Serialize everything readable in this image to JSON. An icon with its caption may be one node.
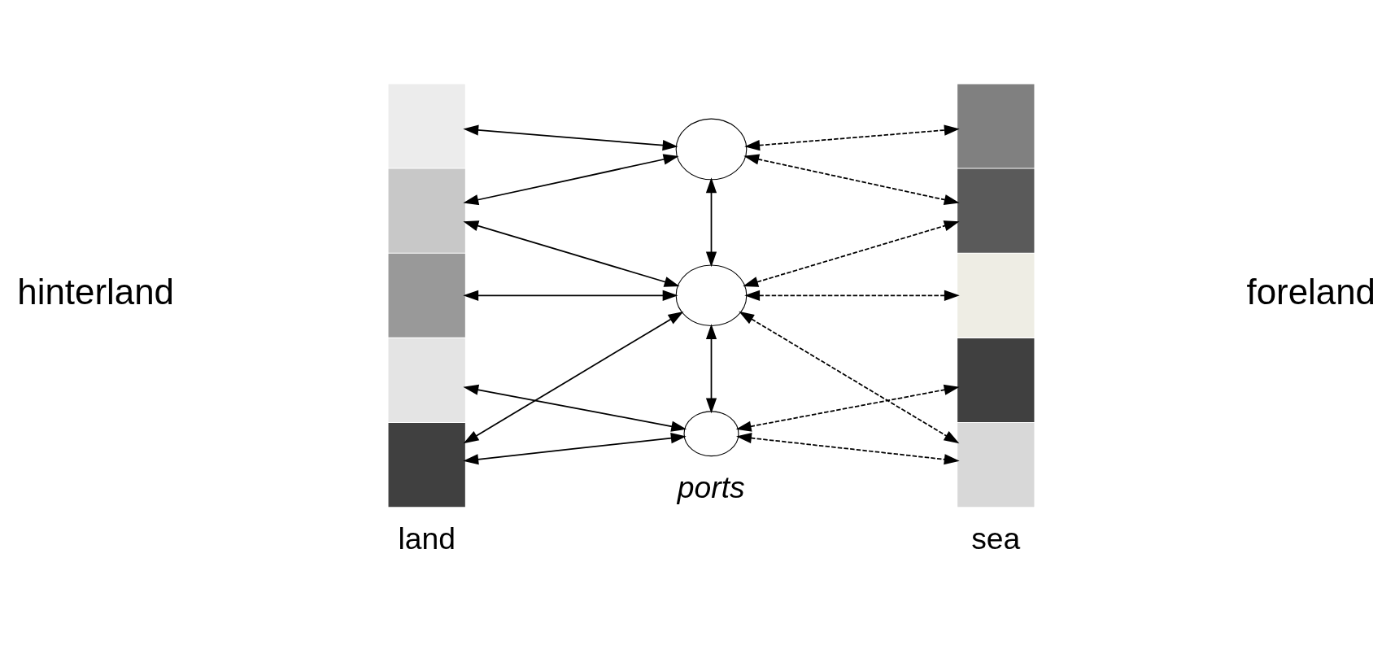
{
  "diagram": {
    "nodes": [
      {
        "text": [],
        "shape": "box"
      },
      {
        "text": [],
        "shape": "box"
      },
      {
        "text": [],
        "shape": "box"
      },
      {
        "text": [],
        "shape": "box"
      },
      {
        "text": [],
        "shape": "box"
      },
      {
        "text": [],
        "shape": "circle"
      },
      {
        "text": [],
        "shape": "circle"
      },
      {
        "text": [],
        "shape": "circle"
      },
      {
        "text": [],
        "shape": "box"
      },
      {
        "text": [],
        "shape": "box"
      },
      {
        "text": [],
        "shape": "box"
      },
      {
        "text": [],
        "shape": "box"
      },
      {
        "text": [],
        "shape": "box"
      }
    ],
    "edges": [
      {
        "from": 0,
        "to": 5,
        "arrow": "both"
      },
      {
        "from": 1,
        "to": 5,
        "arrow": "both"
      },
      {
        "from": 1,
        "to": 6,
        "arrow": "both"
      },
      {
        "from": 2,
        "to": 6,
        "arrow": "both"
      },
      {
        "from": 3,
        "to": 7,
        "arrow": "both"
      },
      {
        "from": 4,
        "to": 6,
        "arrow": "both"
      },
      {
        "from": 4,
        "to": 7,
        "arrow": "both"
      },
      {
        "from": 5,
        "to": 6,
        "arrow": "both"
      },
      {
        "from": 6,
        "to": 7,
        "arrow": "both"
      },
      {
        "from": 5,
        "to": 8,
        "arrow": "both",
        "style": "dashed"
      },
      {
        "from": 5,
        "to": 9,
        "arrow": "both",
        "style": "dashed"
      },
      {
        "from": 6,
        "to": 9,
        "arrow": "both",
        "style": "dashed"
      },
      {
        "from": 6,
        "to": 10,
        "arrow": "both",
        "style": "dashed"
      },
      {
        "from": 6,
        "to": 12,
        "arrow": "both",
        "style": "dashed"
      },
      {
        "from": 7,
        "to": 11,
        "arrow": "both",
        "style": "dashed"
      },
      {
        "from": 7,
        "to": 12,
        "arrow": "both",
        "style": "dashed"
      }
    ],
    "labels": [
      "hinterland",
      "foreland",
      "land",
      "ports",
      "sea"
    ]
  }
}
